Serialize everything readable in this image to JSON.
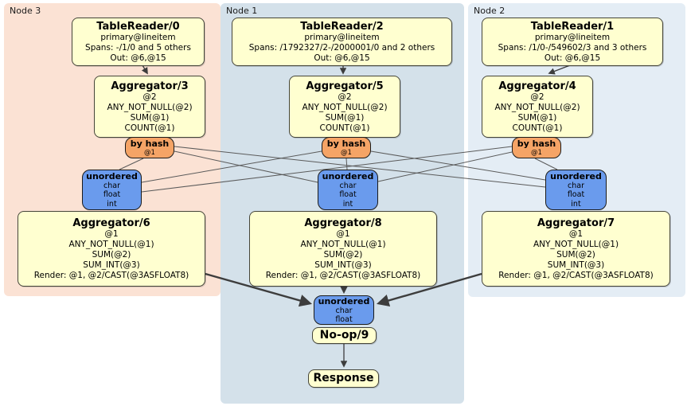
{
  "regions": {
    "node3": {
      "label": "Node 3",
      "bg": "#fbe2d4"
    },
    "node1": {
      "label": "Node 1",
      "bg": "#d4e1ea"
    },
    "node2": {
      "label": "Node 2",
      "bg": "#e4edf5"
    }
  },
  "processors": {
    "tr0": {
      "title": "TableReader/0",
      "l1": "primary@lineitem",
      "l2": "Spans: -/1/0 and 5 others",
      "l3": "Out: @6,@15"
    },
    "tr2": {
      "title": "TableReader/2",
      "l1": "primary@lineitem",
      "l2": "Spans: /1792327/2-/2000001/0 and 2 others",
      "l3": "Out: @6,@15"
    },
    "tr1": {
      "title": "TableReader/1",
      "l1": "primary@lineitem",
      "l2": "Spans: /1/0-/549602/3 and 3 others",
      "l3": "Out: @6,@15"
    },
    "agg3": {
      "title": "Aggregator/3",
      "l1": "@2",
      "l2": "ANY_NOT_NULL(@2)",
      "l3": "SUM(@1)",
      "l4": "COUNT(@1)"
    },
    "agg5": {
      "title": "Aggregator/5",
      "l1": "@2",
      "l2": "ANY_NOT_NULL(@2)",
      "l3": "SUM(@1)",
      "l4": "COUNT(@1)"
    },
    "agg4": {
      "title": "Aggregator/4",
      "l1": "@2",
      "l2": "ANY_NOT_NULL(@2)",
      "l3": "SUM(@1)",
      "l4": "COUNT(@1)"
    },
    "agg6": {
      "title": "Aggregator/6",
      "l1": "@1",
      "l2": "ANY_NOT_NULL(@1)",
      "l3": "SUM(@2)",
      "l4": "SUM_INT(@3)",
      "l5": "Render: @1, @2/CAST(@3ASFLOAT8)"
    },
    "agg8": {
      "title": "Aggregator/8",
      "l1": "@1",
      "l2": "ANY_NOT_NULL(@1)",
      "l3": "SUM(@2)",
      "l4": "SUM_INT(@3)",
      "l5": "Render: @1, @2/CAST(@3ASFLOAT8)"
    },
    "agg7": {
      "title": "Aggregator/7",
      "l1": "@1",
      "l2": "ANY_NOT_NULL(@1)",
      "l3": "SUM(@2)",
      "l4": "SUM_INT(@3)",
      "l5": "Render: @1, @2/CAST(@3ASFLOAT8)"
    },
    "noop": {
      "title": "No-op/9"
    },
    "response": {
      "title": "Response"
    }
  },
  "routers": {
    "node3": {
      "title": "by hash",
      "sub": "@1"
    },
    "node1": {
      "title": "by hash",
      "sub": "@1"
    },
    "node2": {
      "title": "by hash",
      "sub": "@1"
    }
  },
  "syncs": {
    "node3": {
      "title": "unordered",
      "t1": "char",
      "t2": "float",
      "t3": "int"
    },
    "node1": {
      "title": "unordered",
      "t1": "char",
      "t2": "float",
      "t3": "int"
    },
    "node2": {
      "title": "unordered",
      "t1": "char",
      "t2": "float",
      "t3": "int"
    },
    "final": {
      "title": "unordered",
      "t1": "char",
      "t2": "float"
    }
  },
  "colors": {
    "processor_fill": "#ffffd0",
    "router_fill": "#f5a466",
    "sync_fill": "#6a9bed",
    "node3_bg": "#fbe2d4",
    "node1_bg": "#d4e1ea",
    "node2_bg": "#e4edf5",
    "stream_line": "#5a5a5a",
    "arrow_line": "#3d3d3d"
  }
}
